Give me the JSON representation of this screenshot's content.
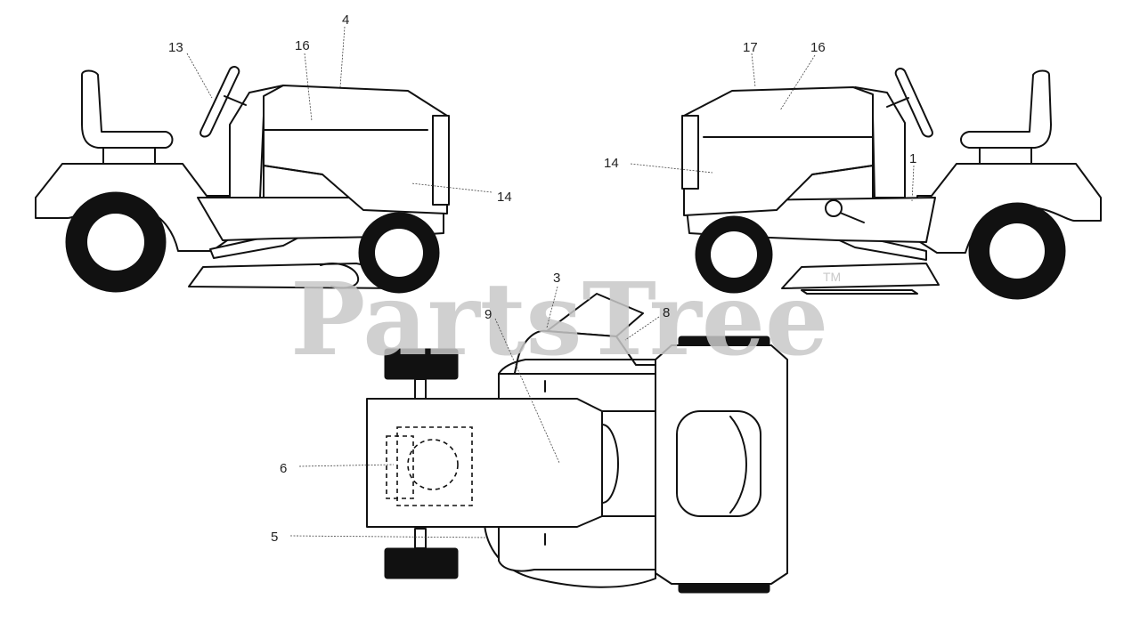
{
  "watermark": {
    "text": "PartsTree",
    "trademark": "TM"
  },
  "callouts": {
    "c1": "1",
    "c3": "3",
    "c4": "4",
    "c5": "5",
    "c6": "6",
    "c8": "8",
    "c9": "9",
    "c13": "13",
    "c14_left": "14",
    "c14_right": "14",
    "c16_left": "16",
    "c16_right": "16",
    "c17": "17"
  }
}
